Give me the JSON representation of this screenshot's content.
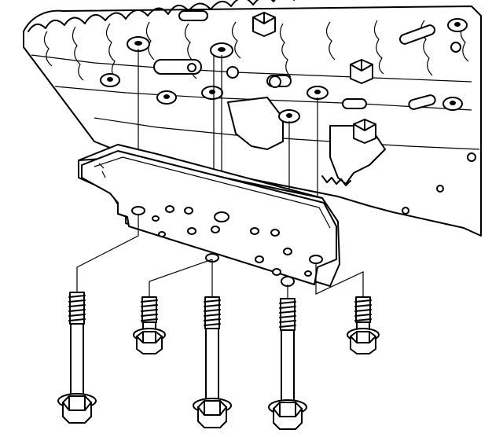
{
  "figure": {
    "background": "#ffffff",
    "ink_color": "#000000",
    "parts": [
      "valve-body-casting",
      "oil-filter-plate",
      "mounting-bolt-long",
      "mounting-bolt-short"
    ],
    "bolts": [
      {
        "id": "bolt-1",
        "kind": "long"
      },
      {
        "id": "bolt-2",
        "kind": "short"
      },
      {
        "id": "bolt-3",
        "kind": "long"
      },
      {
        "id": "bolt-4",
        "kind": "long"
      },
      {
        "id": "bolt-5",
        "kind": "short"
      }
    ]
  }
}
